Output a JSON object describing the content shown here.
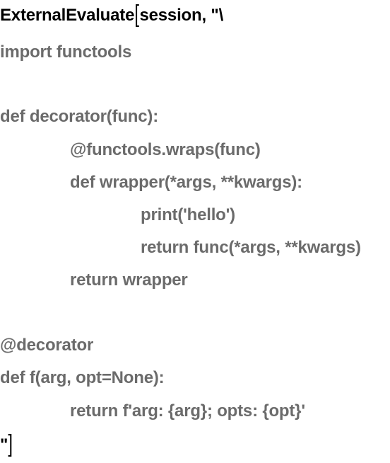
{
  "code": {
    "call_head": "ExternalEvaluate",
    "open_bracket": "[",
    "call_args": "session, \"\\",
    "line_import": "import functools",
    "line_def_decorator": "def decorator(func):",
    "line_wraps": "@functools.wraps(func)",
    "line_def_wrapper": "def wrapper(*args, **kwargs):",
    "line_print": "print('hello')",
    "line_return_func": "return func(*args, **kwargs)",
    "line_return_wrapper": "return wrapper",
    "line_decorator_use": "@decorator",
    "line_def_f": "def f(arg, opt=None):",
    "line_return_f": "return f'arg: {arg}; opts: {opt}'",
    "closing_quote": "\"",
    "close_bracket": "]"
  },
  "colors": {
    "head_text": "#000000",
    "string_text": "#6b6b6b",
    "background": "#ffffff"
  }
}
